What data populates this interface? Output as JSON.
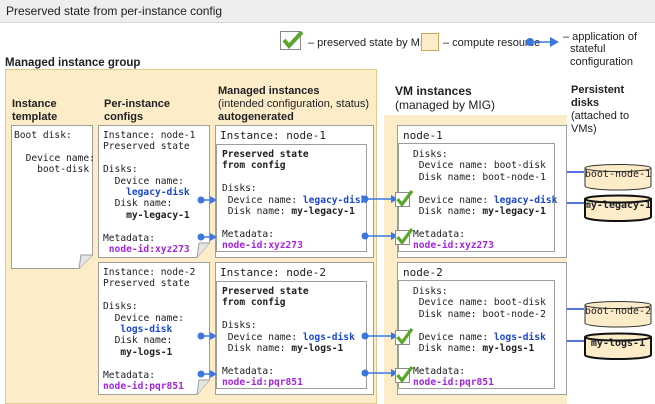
{
  "header": {
    "title": "Preserved state from per-instance config"
  },
  "legend": {
    "check_label": "– preserved state by MIG",
    "resource_label": "– compute resource",
    "arrow_label_1": "– application of",
    "arrow_label_2": "stateful configuration"
  },
  "group_title": "Managed instance group",
  "columns": {
    "template_1": "Instance",
    "template_2": "template",
    "pic_1": "Per-instance",
    "pic_2": "configs",
    "mi_1": "Managed instances",
    "mi_2": "(intended configuration, status)",
    "mi_3": "autogenerated",
    "vm_1": "VM instances",
    "vm_2": "(managed by MIG)",
    "pd_1": "Persistent disks",
    "pd_2": "(attached to VMs)"
  },
  "template": {
    "boot_disk": "Boot disk:",
    "device_label": "Device name:",
    "device_value": "boot-disk"
  },
  "configs": [
    {
      "instance": "Instance: node-1",
      "preserved": "Preserved state",
      "disks": "Disks:",
      "device_label": "Device name:",
      "device_value": "legacy-disk",
      "disk_label": "Disk name:",
      "disk_value": "my-legacy-1",
      "metadata": "Metadata:",
      "meta_value": "node-id:xyz273"
    },
    {
      "instance": "Instance: node-2",
      "preserved": "Preserved state",
      "disks": "Disks:",
      "device_label": "Device name:",
      "device_value": "logs-disk",
      "disk_label": "Disk name:",
      "disk_value": "my-logs-1",
      "metadata": "Metadata:",
      "meta_value": "node-id:pqr851"
    }
  ],
  "instances": [
    {
      "title": "Instance: node-1",
      "ps_1": "Preserved state",
      "ps_2": "from config",
      "disks": "Disks:",
      "device_label": "Device name:",
      "device_value": "legacy-disk",
      "disk_label": "Disk name:",
      "disk_value": "my-legacy-1",
      "metadata": "Metadata:",
      "meta_value": "node-id:xyz273"
    },
    {
      "title": "Instance: node-2",
      "ps_1": "Preserved state",
      "ps_2": "from config",
      "disks": "Disks:",
      "device_label": "Device name:",
      "device_value": "logs-disk",
      "disk_label": "Disk name:",
      "disk_value": "my-logs-1",
      "metadata": "Metadata:",
      "meta_value": "node-id:pqr851"
    }
  ],
  "vms": [
    {
      "title": "node-1",
      "disks": "Disks:",
      "boot_device": "Device name: boot-disk",
      "boot_name": "Disk name: boot-node-1",
      "device_label": "Device name:",
      "device_value": "legacy-disk",
      "disk_label": "Disk name:",
      "disk_value": "my-legacy-1",
      "metadata": "Metadata:",
      "meta_value": "node-id:xyz273"
    },
    {
      "title": "node-2",
      "disks": "Disks:",
      "boot_device": "Device name: boot-disk",
      "boot_name": "Disk name: boot-node-2",
      "device_label": "Device name:",
      "device_value": "logs-disk",
      "disk_label": "Disk name:",
      "disk_value": "my-logs-1",
      "metadata": "Metadata:",
      "meta_value": "node-id:pqr851"
    }
  ],
  "disks": [
    {
      "label": "boot-node-1"
    },
    {
      "label": "my-legacy-1"
    },
    {
      "label": "boot-node-2"
    },
    {
      "label": "my-logs-1"
    }
  ],
  "colors": {
    "resource_fill": "#fdecc8",
    "check_green": "#5aa62b",
    "arrow_blue": "#3a78e0",
    "device_blue": "#1a46d6",
    "meta_purple": "#a425e0"
  },
  "icons": [
    "check-icon",
    "arrow-icon",
    "disk-icon",
    "folded-page-icon"
  ]
}
